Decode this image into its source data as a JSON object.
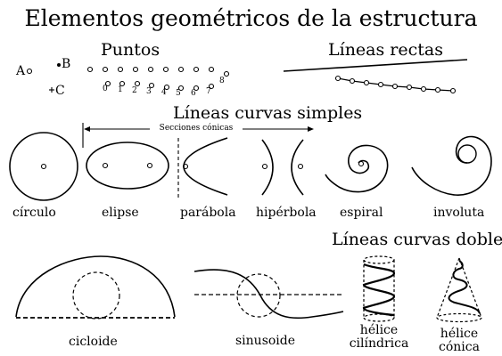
{
  "title": "Elementos geométricos de la estructura",
  "sections": {
    "points": "Puntos",
    "straight_lines": "Líneas rectas",
    "simple_curves": "Líneas curvas simples",
    "double_curves": "Líneas curvas dobles"
  },
  "point_labels": [
    "A",
    "B",
    "C"
  ],
  "digits": [
    "0",
    "1",
    "2",
    "3",
    "4",
    "5",
    "6",
    "7",
    "8"
  ],
  "conic_note": "Secciones cónicas",
  "simple_curve_labels": [
    "círculo",
    "elipse",
    "parábola",
    "hipérbola",
    "espiral",
    "involuta"
  ],
  "double_curve_labels": {
    "cycloid": "cicloide",
    "sinusoid": "sinusoide",
    "cyl_helix_1": "hélice",
    "cyl_helix_2": "cilíndrica",
    "con_helix_1": "hélice",
    "con_helix_2": "cónica"
  },
  "colors": {
    "ink": "#000000",
    "background": "#ffffff"
  }
}
